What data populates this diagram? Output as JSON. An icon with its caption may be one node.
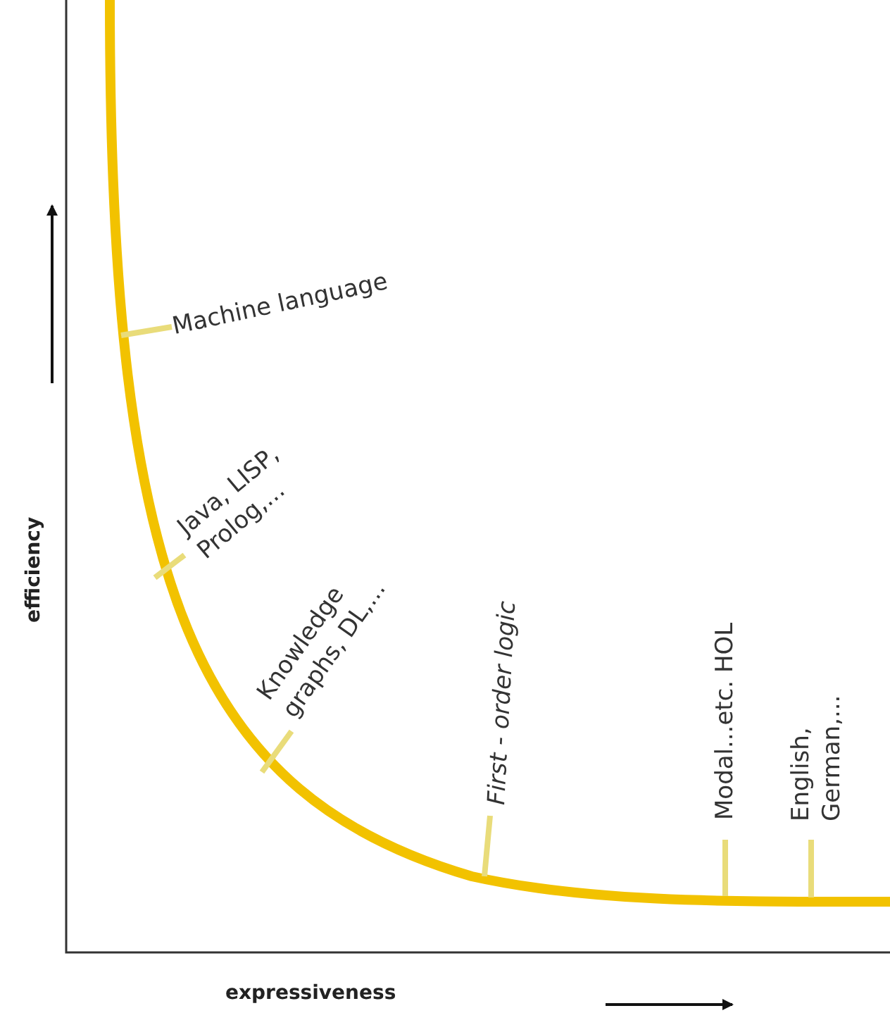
{
  "diagram": {
    "nodes": [
      {
        "text": [
          "Machine language"
        ]
      },
      {
        "text": [
          "Java, LISP, Prolog,..."
        ]
      },
      {
        "text": [
          "Knowledge graphs, DL,..."
        ]
      },
      {
        "text": [
          "First - order logic"
        ]
      },
      {
        "text": [
          "Modal...etc. HOL"
        ]
      },
      {
        "text": [
          "English, German,..."
        ]
      }
    ],
    "edges": [
      {
        "from": 0,
        "to": null,
        "arrow": "none"
      },
      {
        "from": 1,
        "to": null,
        "arrow": "none"
      },
      {
        "from": 2,
        "to": null,
        "arrow": "none"
      },
      {
        "from": 3,
        "to": null,
        "arrow": "none"
      },
      {
        "from": 4,
        "to": null,
        "arrow": "none"
      },
      {
        "from": 5,
        "to": null,
        "arrow": "none"
      }
    ],
    "labels": [
      "efficiency",
      "expressiveness"
    ]
  }
}
